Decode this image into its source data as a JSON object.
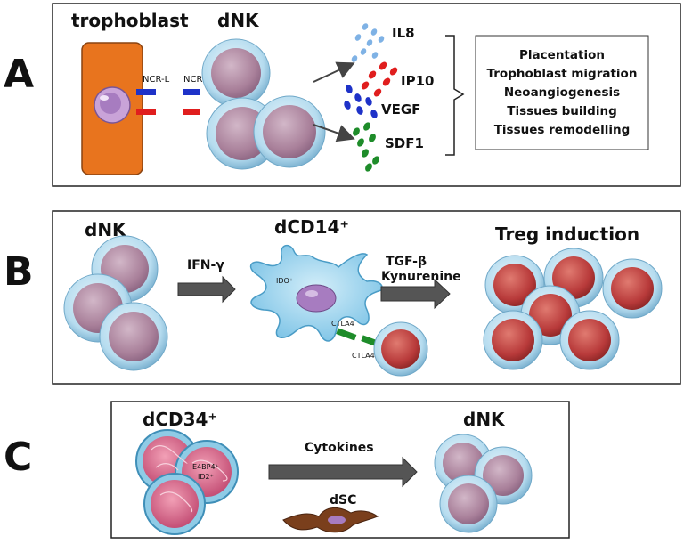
{
  "panels": {
    "a": {
      "letter": "A",
      "trophoblast_label": "trophoblast",
      "dnk_label": "dNK",
      "ncr_l": "NCR-L",
      "ncrs": "NCRs",
      "molecules": [
        "IL8",
        "IP10",
        "VEGF",
        "SDF1"
      ],
      "functions": [
        "Placentation",
        "Trophoblast migration",
        "Neoangiogenesis",
        "Tissues building",
        "Tissues remodelling"
      ]
    },
    "b": {
      "letter": "B",
      "dnk_label": "dNK",
      "ifn": "IFN-γ",
      "dcd14_label": "dCD14⁺",
      "ido": "IDO⁺",
      "ctla4": "CTLA4",
      "ctla4l": "CTLA4-L",
      "tgf": "TGF-β",
      "kynurenine": "Kynurenine",
      "treg": "Treg induction"
    },
    "c": {
      "letter": "C",
      "dcd34_label": "dCD34⁺",
      "e4bp4": "E4BP4⁺",
      "id2": "ID2⁺",
      "cytokines": "Cytokines",
      "dsc": "dSC",
      "dnk_label": "dNK"
    }
  },
  "colors": {
    "trophoblast": "#e8741e",
    "cell_outer": "#bfe0f0",
    "cell_inner": "#a97f9a",
    "treg_inner": "#b83a3a",
    "dcd14": "#9fd3ec",
    "il8": "#7fb2e5",
    "ip10": "#e01e1e",
    "vegf": "#1e32c8",
    "sdf1": "#1e8c2a",
    "arrow": "#555555"
  }
}
